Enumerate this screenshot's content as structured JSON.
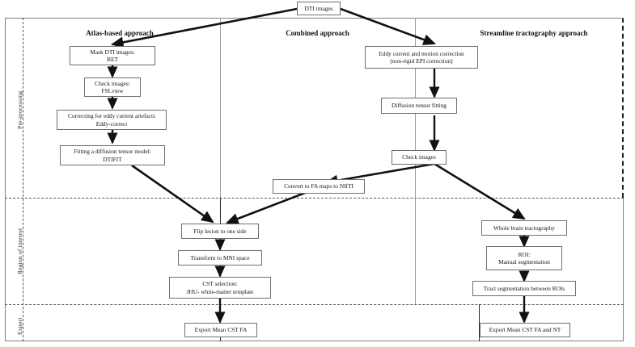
{
  "diagram": {
    "title": "DTI processing pipeline flowchart",
    "bands": [
      {
        "id": "pre",
        "label": "Pre-processing"
      },
      {
        "id": "roi",
        "label": "Region of interest"
      },
      {
        "id": "export",
        "label": "Export"
      }
    ],
    "columns": [
      {
        "id": "atlas",
        "header": "Atlas-based approach"
      },
      {
        "id": "combined",
        "header": "Combined approach"
      },
      {
        "id": "streamline",
        "header": "Streamline tractography approach"
      }
    ],
    "nodes": [
      {
        "id": "dti",
        "line1": "DTI images",
        "line2": ""
      },
      {
        "id": "mask",
        "line1": "Mask DTI images:",
        "line2": "BET"
      },
      {
        "id": "check-fsl",
        "line1": "Check images:",
        "line2": "FSLview"
      },
      {
        "id": "eddy-corr",
        "line1": "Correcting for eddy current artefacts",
        "line2": "Eddy-correct"
      },
      {
        "id": "dtifit",
        "line1": "Fitting a diffusion tensor model:",
        "line2": "DTIFIT"
      },
      {
        "id": "eddy-motion",
        "line1": "Eddy current and motion correction",
        "line2": "(non-rigid EPI correction)"
      },
      {
        "id": "tensor-fit",
        "line1": "Diffusion tensor fitting",
        "line2": ""
      },
      {
        "id": "check-img",
        "line1": "Check images",
        "line2": ""
      },
      {
        "id": "fa-nifti",
        "line1": "Convert to FA maps to NIfTI",
        "line2": ""
      },
      {
        "id": "flip",
        "line1": "Flip lesion to one side",
        "line2": ""
      },
      {
        "id": "mni",
        "line1": "Transform to MNI space",
        "line2": ""
      },
      {
        "id": "cst",
        "line1": "CST selection:",
        "line2": "JHU- white-matter template"
      },
      {
        "id": "whole-brain",
        "line1": "Whole brain tractography",
        "line2": ""
      },
      {
        "id": "roi-manual",
        "line1": "ROI:",
        "line2": "Manual segmentation"
      },
      {
        "id": "tract-seg",
        "line1": "Tract segmentation between ROIs",
        "line2": ""
      },
      {
        "id": "export-fa",
        "line1": "Export Mean CST FA",
        "line2": ""
      },
      {
        "id": "export-nt",
        "line1": "Export Mean CST FA and NT",
        "line2": ""
      }
    ],
    "edges": [
      {
        "from": "dti",
        "to": "mask"
      },
      {
        "from": "dti",
        "to": "eddy-motion"
      },
      {
        "from": "mask",
        "to": "check-fsl"
      },
      {
        "from": "check-fsl",
        "to": "eddy-corr"
      },
      {
        "from": "eddy-corr",
        "to": "dtifit"
      },
      {
        "from": "dtifit",
        "to": "flip"
      },
      {
        "from": "eddy-motion",
        "to": "tensor-fit"
      },
      {
        "from": "tensor-fit",
        "to": "check-img"
      },
      {
        "from": "check-img",
        "to": "fa-nifti"
      },
      {
        "from": "check-img",
        "to": "whole-brain"
      },
      {
        "from": "fa-nifti",
        "to": "flip"
      },
      {
        "from": "flip",
        "to": "mni"
      },
      {
        "from": "mni",
        "to": "cst"
      },
      {
        "from": "cst",
        "to": "export-fa"
      },
      {
        "from": "whole-brain",
        "to": "roi-manual"
      },
      {
        "from": "roi-manual",
        "to": "tract-seg"
      },
      {
        "from": "tract-seg",
        "to": "export-nt"
      }
    ],
    "colors": {
      "background": "#ffffff",
      "node_border": "#6f6f6f",
      "text": "#161616",
      "connector": "#111111",
      "frame": "#808080",
      "dashed": "#555555"
    }
  }
}
